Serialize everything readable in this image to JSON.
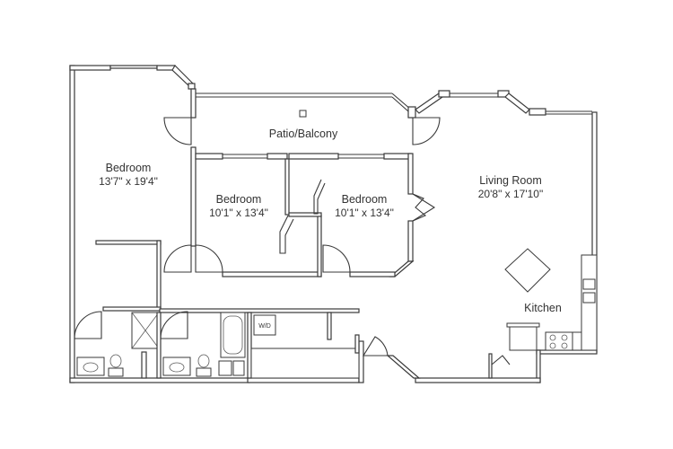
{
  "rooms": {
    "patio": {
      "name": "Patio/Balcony"
    },
    "bedroom_master": {
      "name": "Bedroom",
      "dims": "13'7\" x 19'4\""
    },
    "bedroom_2": {
      "name": "Bedroom",
      "dims": "10'1\" x 13'4\""
    },
    "bedroom_3": {
      "name": "Bedroom",
      "dims": "10'1\" x 13'4\""
    },
    "living": {
      "name": "Living Room",
      "dims": "20'8\" x 17'10\""
    },
    "kitchen": {
      "name": "Kitchen"
    }
  },
  "fixtures": {
    "washer_dryer": "W/D"
  },
  "colors": {
    "wall_stroke": "#3a3a3a",
    "label": "#333333",
    "background": "#ffffff"
  }
}
